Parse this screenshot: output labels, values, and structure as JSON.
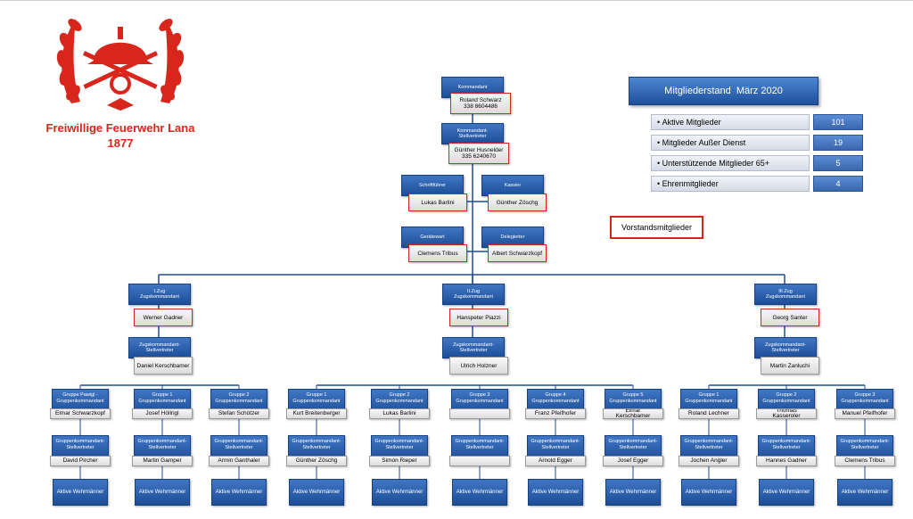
{
  "org": {
    "name": "Freiwillige Feuerwehr Lana",
    "year": "1877"
  },
  "stats": {
    "title": "Mitgliederstand  März 2020",
    "rows": [
      {
        "label": "Aktive Mitglieder",
        "value": "101"
      },
      {
        "label": "Mitglieder Außer Dienst",
        "value": "19"
      },
      {
        "label": "Unterstützende Mitglieder 65+",
        "value": "5"
      },
      {
        "label": "Ehrenmitglieder",
        "value": "4"
      }
    ]
  },
  "legend": "Vorstandsmitglieder",
  "leadership": {
    "kommandant": {
      "role": "Kommandant",
      "name": "Roland Schwarz",
      "phone": "338 8604486"
    },
    "stellvertreter": {
      "role": "Kommandant-\nStellvertreter",
      "name": "Günther Husnelder",
      "phone": "335 6240670"
    },
    "schriftfuehrer": {
      "role": "Schriftführer",
      "name": "Lukas Barlini"
    },
    "kassier": {
      "role": "Kassier",
      "name": "Günther Zöschg"
    },
    "geraetewart": {
      "role": "Gerätewart",
      "name": "Clemens Tribus"
    },
    "delegierter": {
      "role": "Delegierter",
      "name": "Albert Schwarzkopf"
    }
  },
  "zuege": [
    {
      "role": "I.Zug\nZugskommandant",
      "name": "Werner Gadner",
      "vice_role": "Zugskommandant-\nStellvertreter",
      "vice_name": "Daniel Kerschbamer"
    },
    {
      "role": "II.Zug\nZugskommandant",
      "name": "Hanspeter Piazzi",
      "vice_role": "Zugskommandant-\nStellvertreter",
      "vice_name": "Ulrich Holzner"
    },
    {
      "role": "III.Zug\nZugskommandant",
      "name": "Georg Santer",
      "vice_role": "Zugskommandant-\nStellvertreter",
      "vice_name": "Martin Zanluchi"
    }
  ],
  "gruppen": [
    {
      "role": "Gruppe Pawigl -\nGruppenkommandant",
      "name": "Elmar Schwarzkopf",
      "vice_role": "Gruppenkommandant-\nStellvertreter",
      "vice_name": "David Pircher",
      "members": "Aktive Wehrmänner"
    },
    {
      "role": "Gruppe 1\nGruppenkommandant",
      "name": "Josef Höllrigl",
      "vice_role": "Gruppenkommandant-\nStellvertreter",
      "vice_name": "Martin Gamper",
      "members": "Aktive Wehrmänner"
    },
    {
      "role": "Gruppe 2\nGruppenkommandant",
      "name": "Stefan Schötzer",
      "vice_role": "Gruppenkommandant-\nStellvertreter",
      "vice_name": "Armin Ganthaler",
      "members": "Aktive Wehrmänner"
    },
    {
      "role": "Gruppe 1\nGruppenkommandant",
      "name": "Kurt Breitenberger",
      "vice_role": "Gruppenkommandant-\nStellvertreter",
      "vice_name": "Günther Zöschg",
      "members": "Aktive Wehrmänner"
    },
    {
      "role": "Gruppe 2\nGruppenkommandant",
      "name": "Lukas Barlini",
      "vice_role": "Gruppenkommandant-\nStellvertreter",
      "vice_name": "Simon  Rieper",
      "members": "Aktive Wehrmänner"
    },
    {
      "role": "Gruppe 3\nGruppenkommandant",
      "name": "",
      "vice_role": "Gruppenkommandant-\nStellvertreter",
      "vice_name": "",
      "members": "Aktive Wehrmänner"
    },
    {
      "role": "Gruppe 4\nGruppenkommandant",
      "name": "Franz Pfeifhofer",
      "vice_role": "Gruppenkommandant-\nStellvertreter",
      "vice_name": "Arnold Egger",
      "members": "Aktive Wehrmänner"
    },
    {
      "role": "Gruppe 5\nGruppenkommandant",
      "name": "Elmar\nKerschbamer",
      "vice_role": "Gruppenkommandant-\nStellvertreter",
      "vice_name": "Josef Egger",
      "members": "Aktive Wehrmänner"
    },
    {
      "role": "Gruppe 1\nGruppenkommandant",
      "name": "Roland Lechner",
      "vice_role": "Gruppenkommandant-\nStellvertreter",
      "vice_name": "Jochen Angler",
      "members": "Aktive Wehrmänner"
    },
    {
      "role": "Gruppe 2\nGruppenkommandant",
      "name": "Thomas\nKasseroler",
      "vice_role": "Gruppenkommandant-\nStellvertreter",
      "vice_name": "Hannes Gadner",
      "members": "Aktive Wehrmänner"
    },
    {
      "role": "Gruppe 3\nGruppenkommandant",
      "name": "Manuel Pfeifhofer",
      "vice_role": "Gruppenkommandant-\nStellvertreter",
      "vice_name": "Clemens Tribus",
      "members": "Aktive Wehrmänner"
    }
  ]
}
